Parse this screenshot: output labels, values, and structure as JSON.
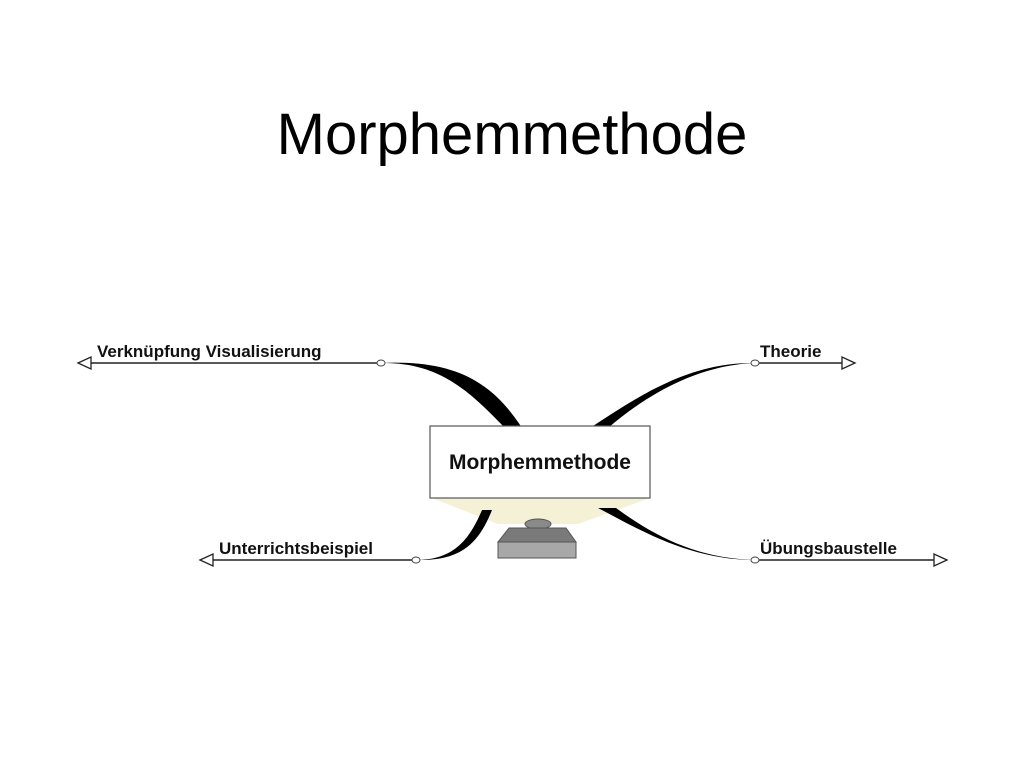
{
  "slide": {
    "title": "Morphemmethode"
  },
  "mindmap": {
    "central_topic": "Morphemmethode",
    "branches": {
      "top_left": "Verknüpfung Visualisierung",
      "top_right": "Theorie",
      "bottom_left": "Unterrichtsbeispiel",
      "bottom_right": "Übungsbaustelle"
    },
    "central_icon": "spotlight-pedestal-icon"
  }
}
